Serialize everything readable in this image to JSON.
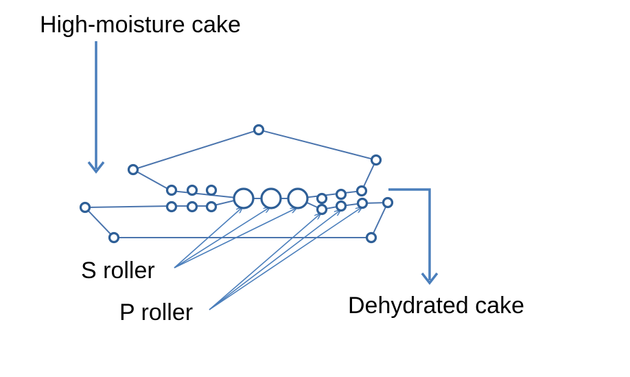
{
  "labels": {
    "input": "High-moisture cake",
    "output": "Dehydrated cake",
    "s_roller": "S roller",
    "p_roller": "P roller"
  },
  "colors": {
    "line": "#4a7ebb",
    "roller_outline": "#2e5f97"
  }
}
